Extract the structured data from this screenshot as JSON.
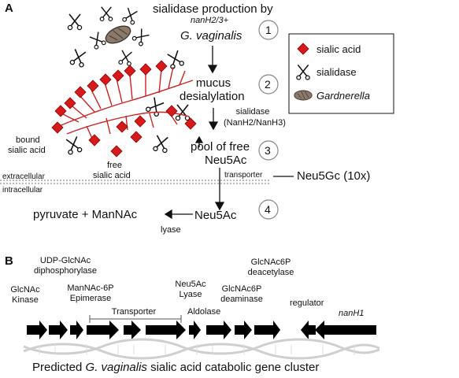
{
  "panel_a": {
    "label": "A",
    "title_line1": "sialidase production by",
    "title_gene": "nanH2/3+",
    "organism": "G. vaginalis",
    "step2_line1": "mucus",
    "step2_line2": "desialylation",
    "sialidase_line1": "sialidase",
    "sialidase_line2": "(NanH2/NanH3)",
    "step3_line1": "pool of free",
    "step3_line2": "Neu5Ac",
    "bound_line1": "bound",
    "bound_line2": "sialic acid",
    "free_line1": "free",
    "free_line2": "sialic acid",
    "extracellular": "extracellular",
    "intracellular": "intracellular",
    "transporter": "transporter",
    "neu5gc": "Neu5Gc (10x)",
    "neu5ac": "Neu5Ac",
    "products": "pyruvate + ManNAc",
    "lyase": "lyase",
    "steps": [
      "1",
      "2",
      "3",
      "4"
    ],
    "legend": {
      "items": [
        {
          "label": "sialic acid",
          "icon": "diamond-icon",
          "color": "#d7191c"
        },
        {
          "label": "sialidase",
          "icon": "scissors-icon",
          "color": "#111111"
        },
        {
          "label": "Gardnerella",
          "icon": "bacterium-icon",
          "color": "#8b7a6b"
        }
      ]
    },
    "colors": {
      "sialic": "#d7191c",
      "mucus": "#cc2222",
      "bacterium": "#8b7a6b"
    }
  },
  "panel_b": {
    "label": "B",
    "genes": [
      {
        "line1": "GlcNAc",
        "line2": "Kinase"
      },
      {
        "line1": "UDP-GlcNAc",
        "line2": "diphosphorylase"
      },
      {
        "line1": "ManNAc-6P",
        "line2": "Epimerase"
      },
      {
        "line1": "Transporter",
        "line2": ""
      },
      {
        "line1": "Neu5Ac",
        "line2": "Lyase"
      },
      {
        "line1": "Aldolase",
        "line2": ""
      },
      {
        "line1": "GlcNAc6P",
        "line2": "deaminase"
      },
      {
        "line1": "GlcNAc6P",
        "line2": "deacetylase"
      },
      {
        "line1": "regulator",
        "line2": ""
      },
      {
        "line1": "nanH1",
        "line2": ""
      }
    ],
    "caption_pre": "Predicted ",
    "caption_org": "G. vaginalis",
    "caption_post": " sialic acid catabolic gene cluster"
  }
}
